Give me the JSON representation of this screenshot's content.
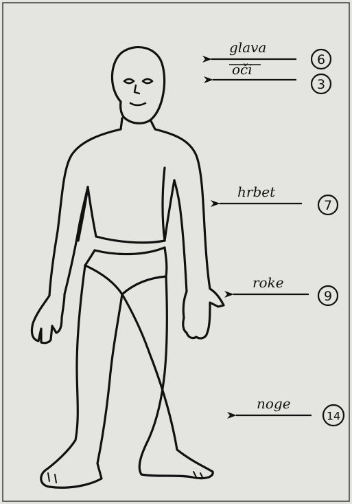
{
  "colors": {
    "paper": "#e4e4e1",
    "ink": "#111111"
  },
  "figure": "human-body-outline",
  "callouts": [
    {
      "id": "glava",
      "label": "glava",
      "number": "6"
    },
    {
      "id": "oci",
      "label": "oči",
      "number": "3"
    },
    {
      "id": "hrbet",
      "label": "hrbet",
      "number": "7"
    },
    {
      "id": "roke",
      "label": "roke",
      "number": "9"
    },
    {
      "id": "noge",
      "label": "noge",
      "number": "14"
    }
  ]
}
